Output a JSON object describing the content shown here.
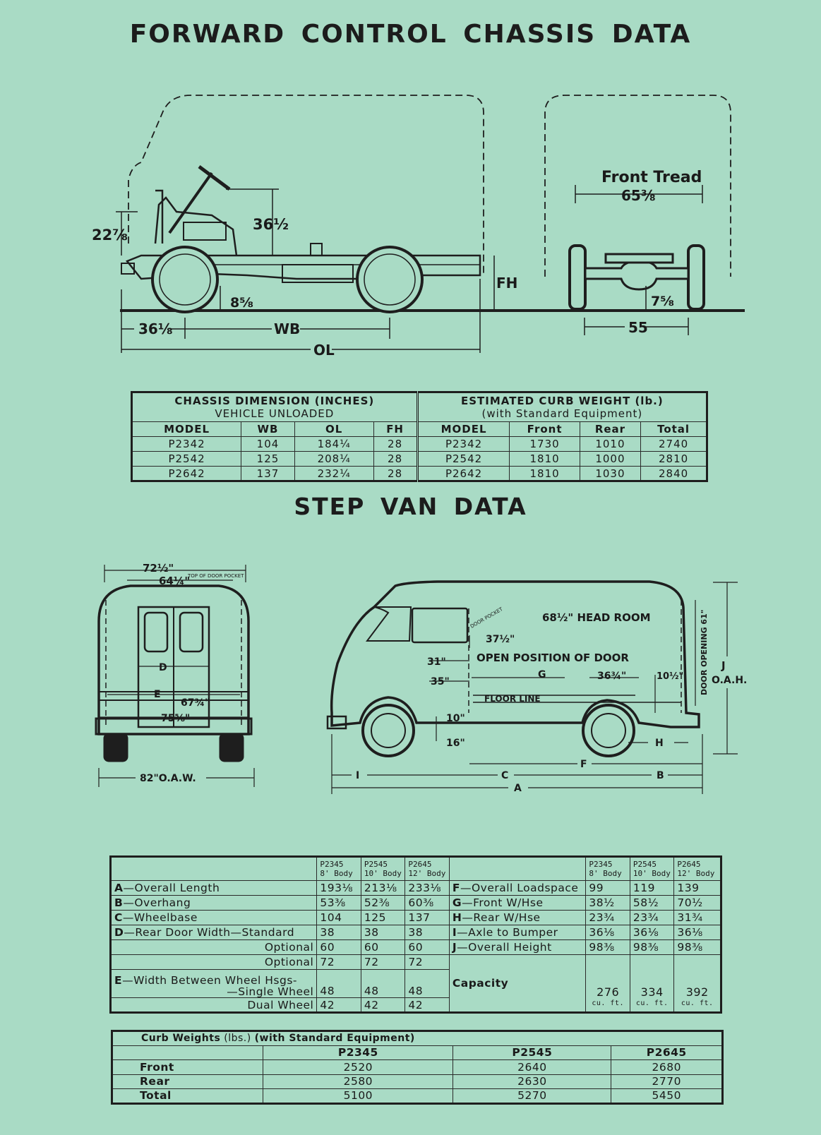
{
  "titles": {
    "chassis": "FORWARD CONTROL CHASSIS DATA",
    "van": "STEP VAN DATA"
  },
  "chassis_drawing": {
    "front_tread_label": "Front Tread",
    "front_tread_value": "65⅜",
    "dim_22_7_8": "22⅞",
    "dim_36_1_2": "36½",
    "dim_8_5_8": "8⅝",
    "dim_7_5_8": "7⅝",
    "dim_36_1_8": "36⅛",
    "dim_55": "55",
    "label_wb": "WB",
    "label_ol": "OL",
    "label_fh": "FH"
  },
  "chassis_table": {
    "dim_title": "CHASSIS DIMENSION (INCHES)",
    "dim_subtitle": "VEHICLE UNLOADED",
    "weight_title": "ESTIMATED CURB WEIGHT (lb.)",
    "weight_subtitle": "(with Standard Equipment)",
    "dim_headers": [
      "MODEL",
      "WB",
      "OL",
      "FH"
    ],
    "weight_headers": [
      "MODEL",
      "Front",
      "Rear",
      "Total"
    ],
    "rows": [
      {
        "model": "P2342",
        "wb": "104",
        "ol": "184¼",
        "fh": "28",
        "wmodel": "P2342",
        "front": "1730",
        "rear": "1010",
        "total": "2740"
      },
      {
        "model": "P2542",
        "wb": "125",
        "ol": "208¼",
        "fh": "28",
        "wmodel": "P2542",
        "front": "1810",
        "rear": "1000",
        "total": "2810"
      },
      {
        "model": "P2642",
        "wb": "137",
        "ol": "232¼",
        "fh": "28",
        "wmodel": "P2642",
        "front": "1810",
        "rear": "1030",
        "total": "2840"
      }
    ]
  },
  "van_drawing": {
    "rear_72": "72½\"",
    "rear_64": "64¼\"",
    "top_of_door_pocket": "TOP OF DOOR POCKET",
    "label_d": "D",
    "label_e": "E",
    "dim_67_3_4": "67¾\"",
    "dim_75_5_8": "75⅝\"",
    "oaw": "82\"O.A.W.",
    "head_room": "68½\" HEAD ROOM",
    "door_pocket": "DOOR POCKET",
    "dim_37_1_2": "37½\"",
    "dim_31": "31\"",
    "open_door": "OPEN POSITION OF DOOR",
    "dim_35": "35\"",
    "label_g": "G",
    "dim_36_3_4": "36¾\"",
    "dim_10_1_2": "10½\"",
    "door_opening": "DOOR OPENING 61\"",
    "label_j": "J",
    "oah": "O.A.H.",
    "floor_line": "FLOOR LINE",
    "dim_10": "10\"",
    "dim_16": "16\"",
    "label_h": "H",
    "label_f": "F",
    "label_i": "I",
    "label_c": "C",
    "label_b": "B",
    "label_a": "A"
  },
  "van_table": {
    "model_headers": [
      {
        "model": "P2345",
        "body": "8' Body"
      },
      {
        "model": "P2545",
        "body": "10' Body"
      },
      {
        "model": "P2645",
        "body": "12' Body"
      }
    ],
    "left_rows": [
      {
        "key": "A",
        "label": "—Overall Length",
        "values": [
          "193⅛",
          "213⅛",
          "233⅛"
        ]
      },
      {
        "key": "B",
        "label": "—Overhang",
        "values": [
          "53⅜",
          "52⅜",
          "60⅜"
        ]
      },
      {
        "key": "C",
        "label": "—Wheelbase",
        "values": [
          "104",
          "125",
          "137"
        ]
      },
      {
        "key": "D",
        "label": "—Rear Door Width—Standard",
        "values": [
          "38",
          "38",
          "38"
        ]
      },
      {
        "key": "",
        "label": "Optional",
        "values": [
          "60",
          "60",
          "60"
        ]
      },
      {
        "key": "",
        "label": "Optional",
        "values": [
          "72",
          "72",
          "72"
        ]
      },
      {
        "key": "E",
        "label": "—Width Between Wheel Hsgs-",
        "label2": "—Single Wheel",
        "values": [
          "48",
          "48",
          "48"
        ]
      },
      {
        "key": "",
        "label": "Dual Wheel",
        "values": [
          "42",
          "42",
          "42"
        ]
      }
    ],
    "right_rows": [
      {
        "key": "F",
        "label": "—Overall Loadspace",
        "values": [
          "99",
          "119",
          "139"
        ]
      },
      {
        "key": "G",
        "label": "—Front W/Hse",
        "values": [
          "38½",
          "58½",
          "70½"
        ]
      },
      {
        "key": "H",
        "label": "—Rear W/Hse",
        "values": [
          "23¾",
          "23¾",
          "31¾"
        ]
      },
      {
        "key": "I",
        "label": "—Axle to Bumper",
        "values": [
          "36⅛",
          "36⅛",
          "36⅛"
        ]
      },
      {
        "key": "J",
        "label": "—Overall Height",
        "values": [
          "98⅜",
          "98⅜",
          "98⅜"
        ]
      }
    ],
    "capacity_label": "Capacity",
    "capacity_values": [
      "276",
      "334",
      "392"
    ],
    "capacity_unit": "cu. ft."
  },
  "curb_table": {
    "caption_bold": "Curb Weights",
    "caption_normal": " (lbs.) ",
    "caption_bold2": "(with Standard Equipment)",
    "headers": [
      "P2345",
      "P2545",
      "P2645"
    ],
    "rows": [
      {
        "label": "Front",
        "values": [
          "2520",
          "2640",
          "2680"
        ]
      },
      {
        "label": "Rear",
        "values": [
          "2580",
          "2630",
          "2770"
        ]
      },
      {
        "label": "Total",
        "values": [
          "5100",
          "5270",
          "5450"
        ]
      }
    ]
  }
}
